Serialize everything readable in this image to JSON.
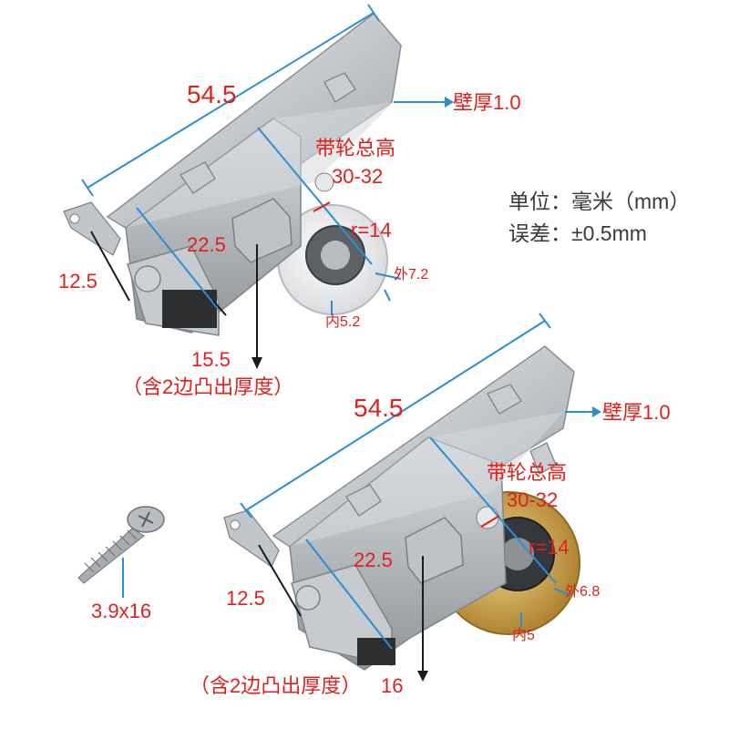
{
  "units": {
    "label": "单位：毫米（mm）",
    "tolerance": "误差：±0.5mm"
  },
  "top_roller": {
    "length": "54.5",
    "wall_thickness": "壁厚1.0",
    "wheel_height_title": "带轮总高",
    "wheel_height_value": "30-32",
    "radius": "r=14",
    "height": "22.5",
    "tab_width": "12.5",
    "outer_width": "外7.2",
    "inner_width": "内5.2",
    "depth": "15.5",
    "depth_note": "（含2边凸出厚度）",
    "wheel_color": "#e8e8ea"
  },
  "bottom_roller": {
    "length": "54.5",
    "wall_thickness": "壁厚1.0",
    "wheel_height_title": "带轮总高",
    "wheel_height_value": "30-32",
    "radius": "r=14",
    "height": "22.5",
    "tab_width": "12.5",
    "outer_width": "外6.8",
    "inner_width": "内5",
    "depth_note": "（含2边凸出厚度）",
    "depth": "16",
    "wheel_color": "#c9a24a"
  },
  "screw": {
    "size": "3.9x16"
  },
  "colors": {
    "dimension_red": "#e0211b",
    "leader_blue": "#2a8fd6",
    "text_dark": "#3a3a3a",
    "steel": "#c9ccd0"
  }
}
